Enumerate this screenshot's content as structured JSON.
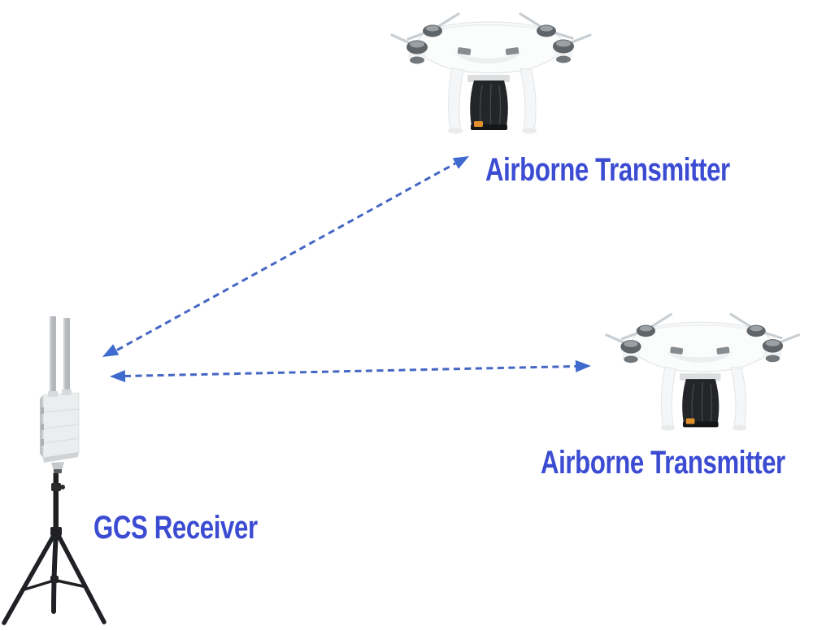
{
  "figure": {
    "type": "network-topology-diagram",
    "background": "#ffffff",
    "nodes": [
      {
        "id": "airborne-transmitter-1",
        "label": "Airborne Transmitter",
        "icon": "quadcopter-drone-icon",
        "position": "top-center"
      },
      {
        "id": "airborne-transmitter-2",
        "label": "Airborne Transmitter",
        "icon": "quadcopter-drone-icon",
        "position": "middle-right"
      },
      {
        "id": "gcs-receiver",
        "label": "GCS Receiver",
        "icon": "antenna-tripod-ground-station-icon",
        "position": "bottom-left"
      }
    ],
    "links": [
      {
        "from": "gcs-receiver",
        "to": "airborne-transmitter-1",
        "style": "dashed",
        "bidirectional": true
      },
      {
        "from": "gcs-receiver",
        "to": "airborne-transmitter-2",
        "style": "dashed",
        "bidirectional": true
      }
    ],
    "colors": {
      "label_text": "#3b4cd3",
      "link_dash": "#4566c5",
      "arrowhead": "#3f6ace"
    }
  }
}
